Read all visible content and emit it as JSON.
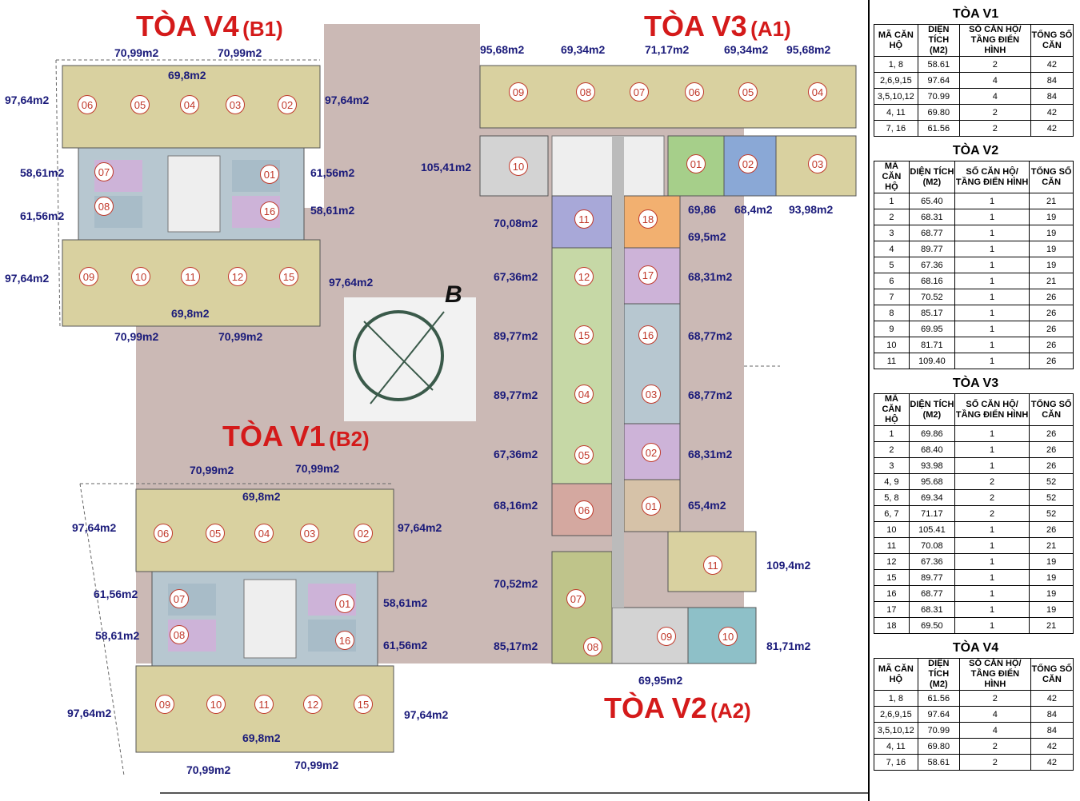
{
  "buildings": {
    "v4": {
      "name": "TÒA V4",
      "code": "(B1)"
    },
    "v3": {
      "name": "TÒA V3",
      "code": "(A1)"
    },
    "v1": {
      "name": "TÒA V1",
      "code": "(B2)"
    },
    "v2": {
      "name": "TÒA V2",
      "code": "(A2)"
    }
  },
  "compass": "B",
  "areas": {
    "v4": [
      "70,99m2",
      "70,99m2",
      "69,8m2",
      "97,64m2",
      "97,64m2",
      "58,61m2",
      "61,56m2",
      "61,56m2",
      "58,61m2",
      "97,64m2",
      "97,64m2",
      "69,8m2",
      "70,99m2",
      "70,99m2"
    ],
    "v3": [
      "95,68m2",
      "69,34m2",
      "71,17m2",
      "69,34m2",
      "95,68m2",
      "105,41m2",
      "69,86",
      "68,4m2",
      "93,98m2"
    ],
    "v2": [
      "70,08m2",
      "69,5m2",
      "67,36m2",
      "68,31m2",
      "89,77m2",
      "68,77m2",
      "89,77m2",
      "68,77m2",
      "67,36m2",
      "68,31m2",
      "68,16m2",
      "65,4m2",
      "70,52m2",
      "109,4m2",
      "85,17m2",
      "81,71m2",
      "69,95m2"
    ],
    "v1": [
      "70,99m2",
      "70,99m2",
      "69,8m2",
      "97,64m2",
      "97,64m2",
      "61,56m2",
      "58,61m2",
      "58,61m2",
      "61,56m2",
      "97,64m2",
      "97,64m2",
      "69,8m2",
      "70,99m2",
      "70,99m2"
    ]
  },
  "units": {
    "v4": [
      "06",
      "05",
      "04",
      "03",
      "02",
      "07",
      "01",
      "08",
      "16",
      "09",
      "10",
      "11",
      "12",
      "15"
    ],
    "v3": [
      "09",
      "08",
      "07",
      "06",
      "05",
      "04",
      "10",
      "01",
      "02",
      "03"
    ],
    "v2": [
      "11",
      "18",
      "12",
      "17",
      "15",
      "16",
      "04",
      "03",
      "05",
      "02",
      "06",
      "01",
      "11",
      "07",
      "08",
      "09",
      "10"
    ],
    "v1": [
      "06",
      "05",
      "04",
      "03",
      "02",
      "07",
      "01",
      "08",
      "16",
      "09",
      "10",
      "11",
      "12",
      "15"
    ]
  },
  "colors": {
    "title": "#d41a1a",
    "area_text": "#1a1a7a",
    "unit_circle": "#c0392b",
    "courtyard": "#cbb9b5"
  },
  "tables": [
    {
      "title": "TÒA V1",
      "headers": [
        "MÃ CĂN HỘ",
        "DIỆN TÍCH (M2)",
        "SỐ CĂN HỘ/ TẦNG ĐIỂN HÌNH",
        "TỔNG SỐ CĂN"
      ],
      "rows": [
        [
          "1, 8",
          "58.61",
          "2",
          "42"
        ],
        [
          "2,6,9,15",
          "97.64",
          "4",
          "84"
        ],
        [
          "3,5,10,12",
          "70.99",
          "4",
          "84"
        ],
        [
          "4, 11",
          "69.80",
          "2",
          "42"
        ],
        [
          "7, 16",
          "61.56",
          "2",
          "42"
        ]
      ]
    },
    {
      "title": "TÒA V2",
      "headers": [
        "MÃ CĂN HỘ",
        "DIỆN TÍCH (M2)",
        "SỐ CĂN HỘ/ TẦNG ĐIỂN HÌNH",
        "TỔNG SỐ CĂN"
      ],
      "rows": [
        [
          "1",
          "65.40",
          "1",
          "21"
        ],
        [
          "2",
          "68.31",
          "1",
          "19"
        ],
        [
          "3",
          "68.77",
          "1",
          "19"
        ],
        [
          "4",
          "89.77",
          "1",
          "19"
        ],
        [
          "5",
          "67.36",
          "1",
          "19"
        ],
        [
          "6",
          "68.16",
          "1",
          "21"
        ],
        [
          "7",
          "70.52",
          "1",
          "26"
        ],
        [
          "8",
          "85.17",
          "1",
          "26"
        ],
        [
          "9",
          "69.95",
          "1",
          "26"
        ],
        [
          "10",
          "81.71",
          "1",
          "26"
        ],
        [
          "11",
          "109.40",
          "1",
          "26"
        ]
      ]
    },
    {
      "title": "TÒA V3",
      "headers": [
        "MÃ CĂN HỘ",
        "DIỆN TÍCH (M2)",
        "SỐ CĂN HỘ/ TẦNG ĐIỂN HÌNH",
        "TỔNG SỐ CĂN"
      ],
      "rows": [
        [
          "1",
          "69.86",
          "1",
          "26"
        ],
        [
          "2",
          "68.40",
          "1",
          "26"
        ],
        [
          "3",
          "93.98",
          "1",
          "26"
        ],
        [
          "4, 9",
          "95.68",
          "2",
          "52"
        ],
        [
          "5, 8",
          "69.34",
          "2",
          "52"
        ],
        [
          "6, 7",
          "71.17",
          "2",
          "52"
        ],
        [
          "10",
          "105.41",
          "1",
          "26"
        ],
        [
          "11",
          "70.08",
          "1",
          "21"
        ],
        [
          "12",
          "67.36",
          "1",
          "19"
        ],
        [
          "15",
          "89.77",
          "1",
          "19"
        ],
        [
          "16",
          "68.77",
          "1",
          "19"
        ],
        [
          "17",
          "68.31",
          "1",
          "19"
        ],
        [
          "18",
          "69.50",
          "1",
          "21"
        ]
      ]
    },
    {
      "title": "TÒA V4",
      "headers": [
        "MÃ CĂN HỘ",
        "DIỆN TÍCH (M2)",
        "SỐ CĂN HỘ/ TẦNG ĐIỂN HÌNH",
        "TỔNG SỐ CĂN"
      ],
      "rows": [
        [
          "1, 8",
          "61.56",
          "2",
          "42"
        ],
        [
          "2,6,9,15",
          "97.64",
          "4",
          "84"
        ],
        [
          "3,5,10,12",
          "70.99",
          "4",
          "84"
        ],
        [
          "4, 11",
          "69.80",
          "2",
          "42"
        ],
        [
          "7, 16",
          "58.61",
          "2",
          "42"
        ]
      ]
    }
  ]
}
